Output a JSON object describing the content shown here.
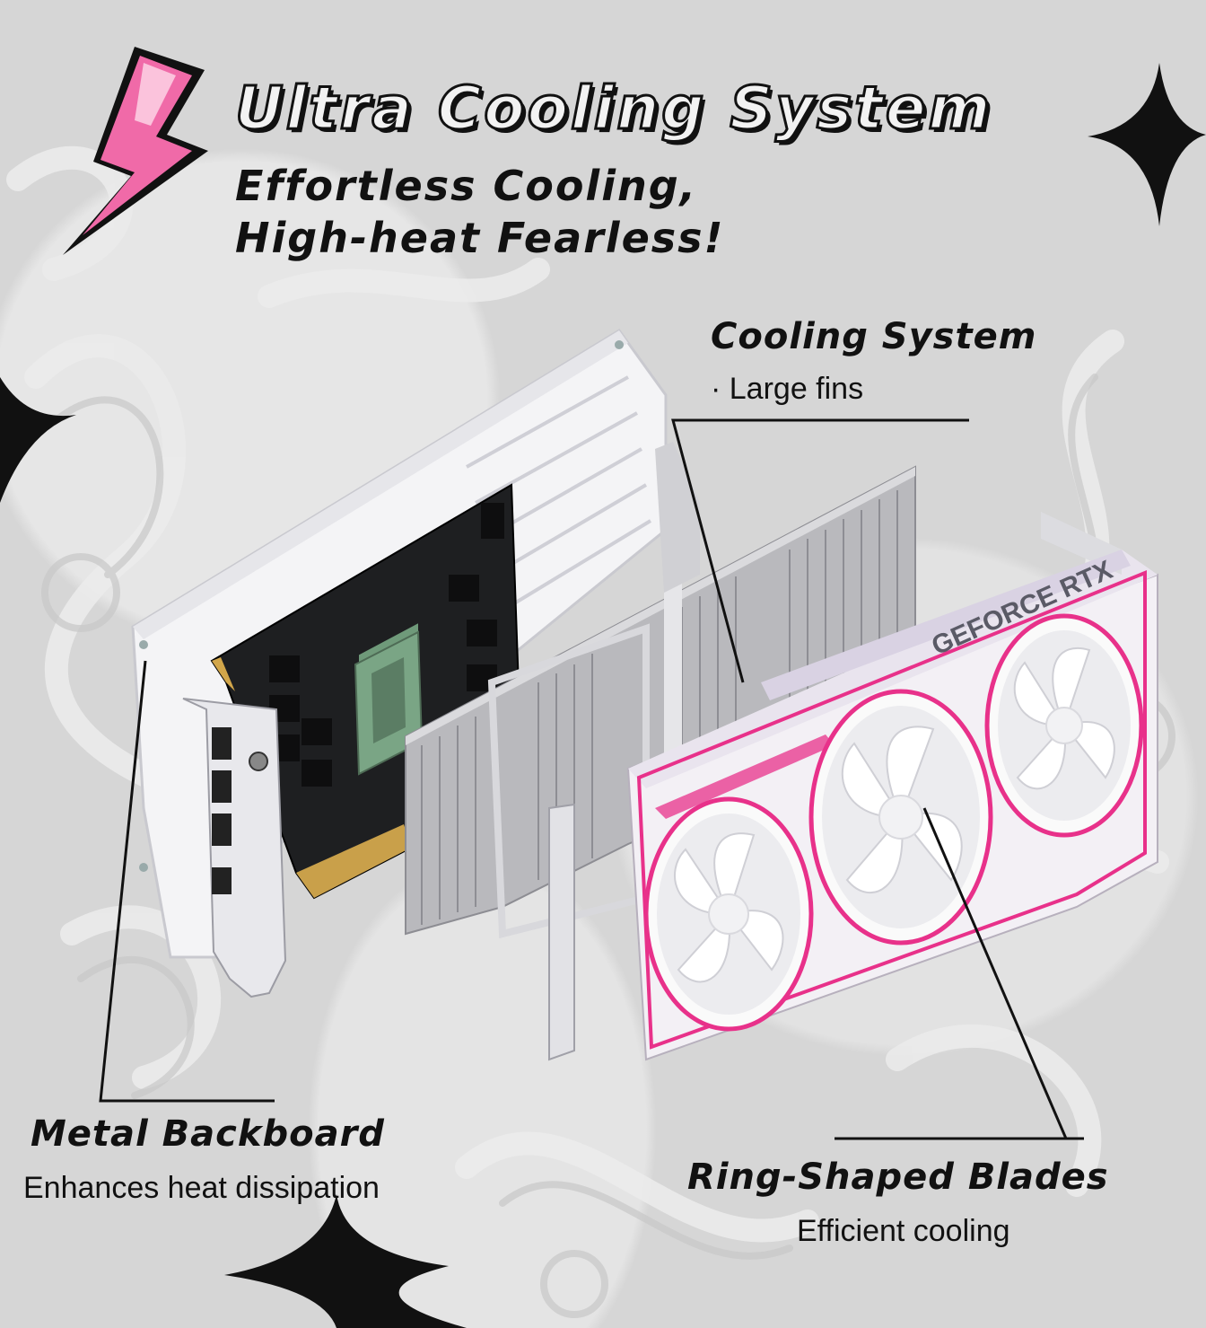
{
  "headline": {
    "title": "Ultra Cooling System",
    "subtitle_line1": "Effortless Cooling,",
    "subtitle_line2": "High-heat Fearless!"
  },
  "callouts": {
    "cooling_system": {
      "title": "Cooling System",
      "description": "· Large fins"
    },
    "metal_backboard": {
      "title": "Metal Backboard",
      "description": "Enhances heat dissipation"
    },
    "ring_blades": {
      "title": "Ring-Shaped Blades",
      "description": "Efficient cooling"
    }
  },
  "product": {
    "shroud_text": "GEFORCE RTX",
    "accent_color": "#e8318a",
    "lightning_color": "#f06aa8"
  }
}
